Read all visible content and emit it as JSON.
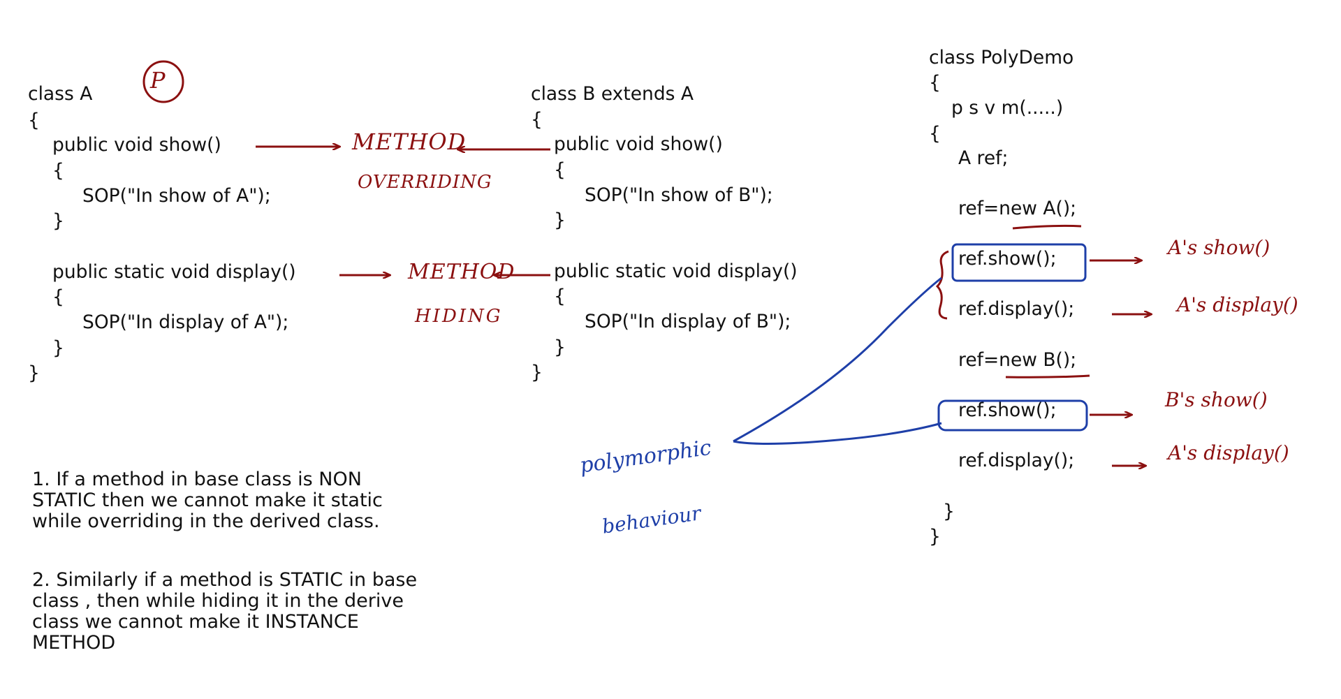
{
  "class_a": {
    "header": "class A",
    "open": "{",
    "show_sig": "public void show()",
    "show_open": "{",
    "show_body": "SOP(\"In show of A\");",
    "show_close": "}",
    "display_sig": "public static void display()",
    "display_open": "{",
    "display_body": "SOP(\"In display of A\");",
    "display_close": "}",
    "close": "}"
  },
  "class_b": {
    "header": "class B extends A",
    "open": "{",
    "show_sig": "public void show()",
    "show_open": "{",
    "show_body": "SOP(\"In show of B\");",
    "show_close": "}",
    "display_sig": "public static void display()",
    "display_open": "{",
    "display_body": "SOP(\"In display of B\");",
    "display_close": "}",
    "close": "}"
  },
  "poly_demo": {
    "header": "class PolyDemo",
    "open": "{",
    "main_sig": "p s v m(.....)",
    "main_open": "{",
    "decl": "A ref;",
    "assign_a": "ref=new A();",
    "call_show_1": "ref.show();",
    "call_display_1": "ref.display();",
    "assign_b": "ref=new B();",
    "call_show_2": "ref.show();",
    "call_display_2": "ref.display();",
    "main_close": "}",
    "close": "}"
  },
  "annotations": {
    "p_mark": "P",
    "overriding_line1": "METHOD",
    "overriding_line2": "OVERRIDING",
    "hiding_line1": "METHOD",
    "hiding_line2": "HIDING",
    "result_1": "A's show()",
    "result_2": "A's display()",
    "result_3": "B's show()",
    "result_4": "A's display()",
    "poly_line1": "polymorphic",
    "poly_line2": "behaviour"
  },
  "notes": {
    "note1": "1. If a method in base class is NON\nSTATIC then we cannot make it static\nwhile overriding in the derived class.",
    "note2": "2. Similarly if a method is STATIC in base\nclass , then while hiding it in the derive\nclass we cannot make it INSTANCE\nMETHOD"
  },
  "colors": {
    "ink_red": "#8b1010",
    "ink_blue": "#1e3fa8",
    "text": "#111111"
  }
}
